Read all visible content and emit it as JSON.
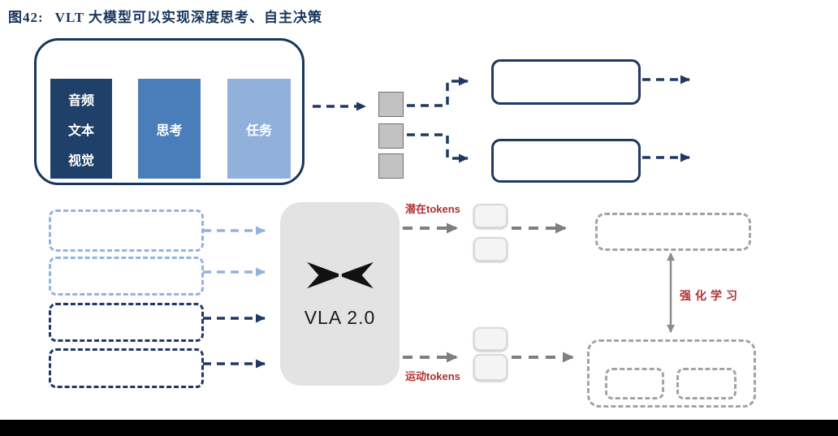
{
  "figure": {
    "title_prefix": "图42:",
    "title_text": "VLT 大模型可以实现深度思考、自主决策"
  },
  "input_panel": {
    "modality_lines": [
      "音频",
      "文本",
      "视觉"
    ],
    "think_label": "思考",
    "task_label": "任务"
  },
  "model": {
    "name": "VLA 2.0",
    "logo_icon": "xpeng-x-logo"
  },
  "annotations": {
    "latent_tokens": "潜在tokens",
    "motion_tokens": "运动tokens",
    "reinforcement_learning": "强化学习"
  },
  "colors": {
    "title_navy": "#17365D",
    "navy_accent": "#1F3864",
    "dark_blue_fill": "#1F4068",
    "mid_blue_fill": "#4A7EBB",
    "light_blue_fill": "#92B0DC",
    "light_blue_dash": "#94B3DF",
    "gray_arrow": "#7F7F7F",
    "red_annotation": "#B03030"
  }
}
